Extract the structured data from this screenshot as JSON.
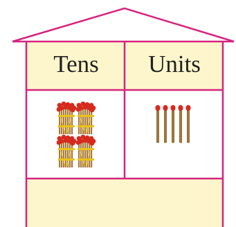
{
  "colors": {
    "frame": "#d6237f",
    "fill": "#fdf6cc",
    "background": "#ffffff",
    "text": "#222222",
    "matchstick": "#a87a3a",
    "matchhead": "#d62a1e",
    "bundle_tie": "#e8c21a"
  },
  "house": {
    "columns": [
      {
        "label": "Tens"
      },
      {
        "label": "Units"
      }
    ],
    "tens": {
      "bundles": 4,
      "icon": "matchstick-bundle-icon"
    },
    "units": {
      "matchsticks": 5,
      "icon": "matchstick-icon"
    }
  }
}
